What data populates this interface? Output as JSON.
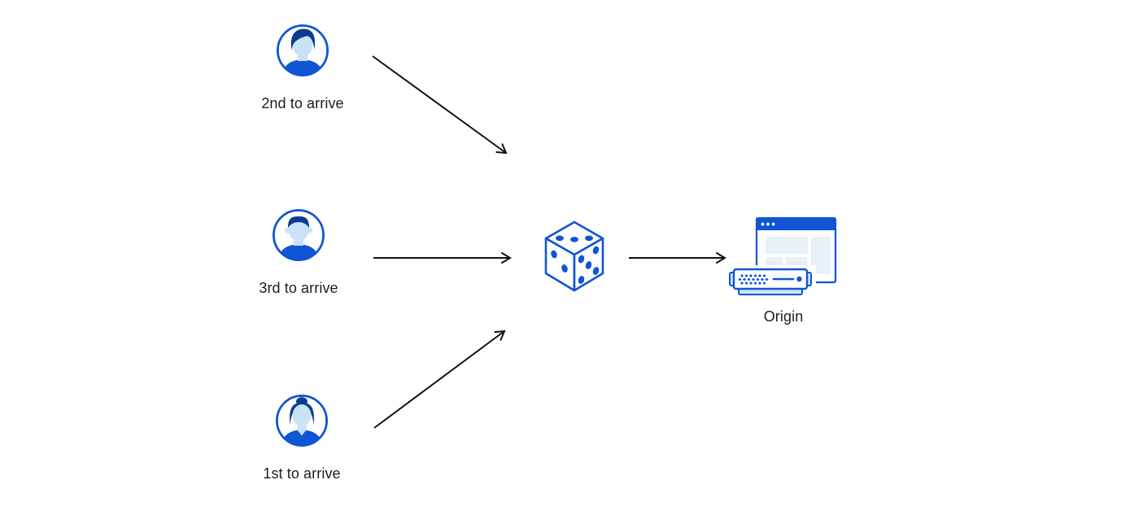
{
  "diagram": {
    "clients": [
      {
        "id": "client-2nd",
        "label": "2nd to arrive",
        "icon": "male-avatar-swept-hair-icon"
      },
      {
        "id": "client-3rd",
        "label": "3rd to arrive",
        "icon": "male-avatar-short-hair-icon"
      },
      {
        "id": "client-1st",
        "label": "1st to arrive",
        "icon": "female-avatar-bun-icon"
      }
    ],
    "router": {
      "id": "random-selector",
      "icon": "dice-icon"
    },
    "origin": {
      "id": "origin",
      "label": "Origin",
      "icons": [
        "browser-window-icon",
        "server-icon"
      ]
    },
    "connections": [
      {
        "from": "2nd to arrive",
        "to": "dice"
      },
      {
        "from": "3rd to arrive",
        "to": "dice"
      },
      {
        "from": "1st to arrive",
        "to": "dice"
      },
      {
        "from": "dice",
        "to": "Origin"
      }
    ],
    "colors": {
      "primary_blue": "#1055d4",
      "dark_blue": "#0a3d8f",
      "skin_blue": "#c9e2f6",
      "panel_blue": "#e8f1fa",
      "tray_blue": "#cfe4f8",
      "arrow_black": "#111111",
      "text_color": "#1d1d1f"
    }
  }
}
